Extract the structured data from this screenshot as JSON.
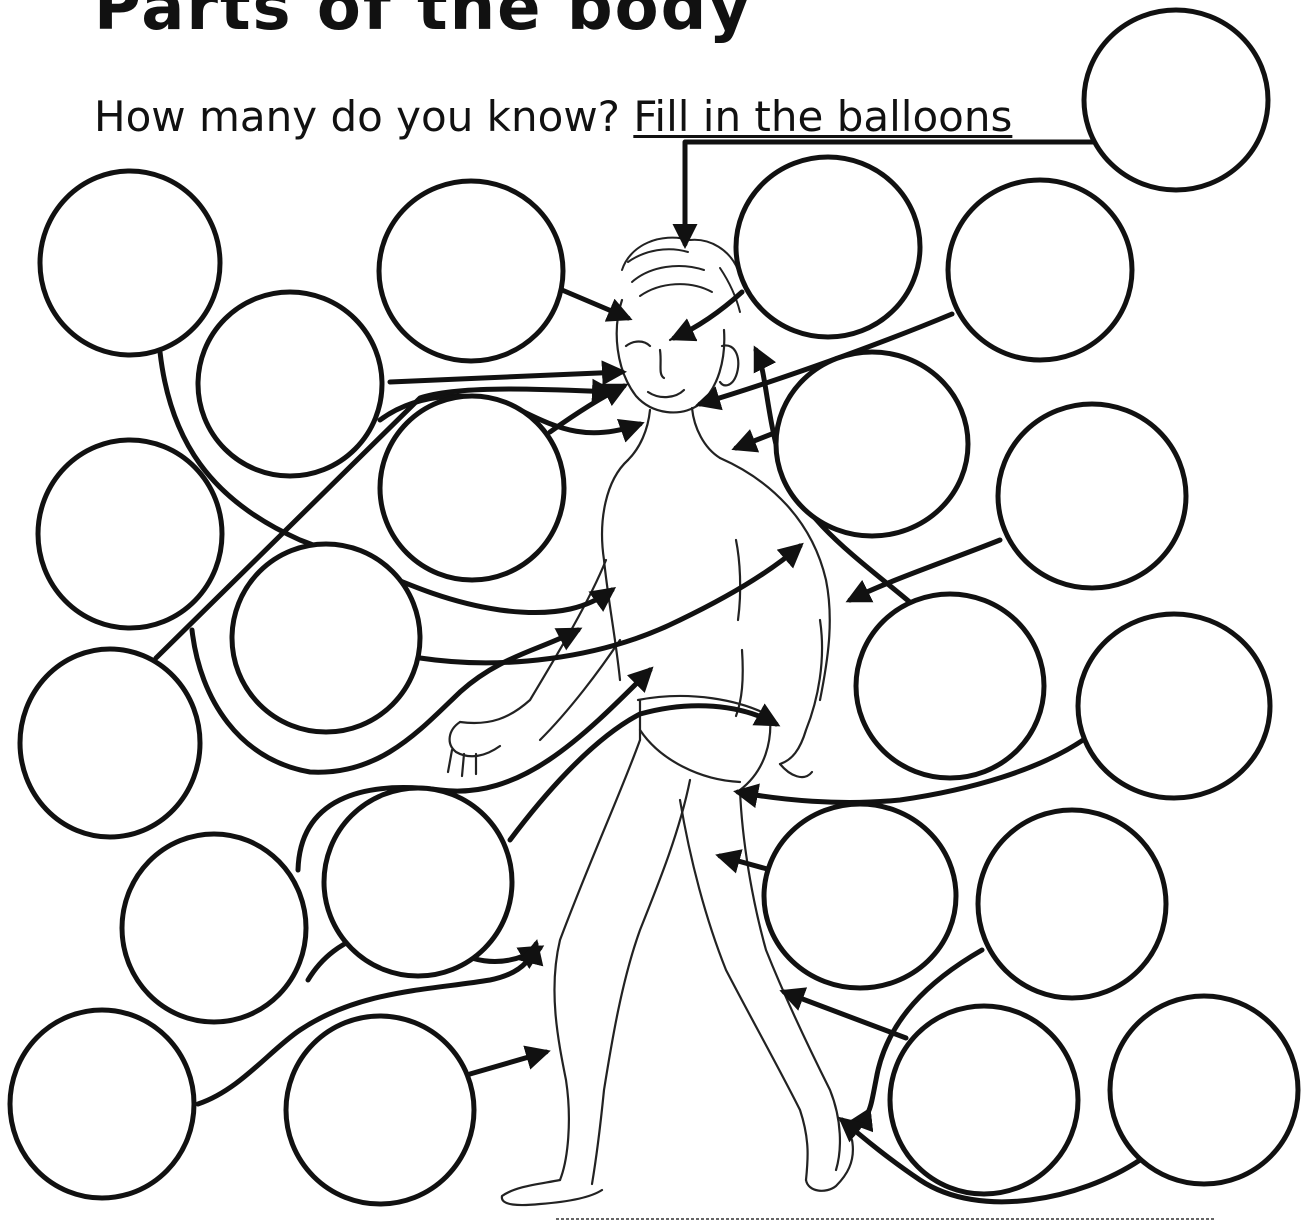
{
  "title": "Parts of the body",
  "instruction": {
    "lead": "How many do you know? ",
    "underlined": "Fill in the balloons"
  },
  "balloons": [
    {
      "answer": ""
    },
    {
      "answer": ""
    },
    {
      "answer": ""
    },
    {
      "answer": ""
    },
    {
      "answer": ""
    },
    {
      "answer": ""
    },
    {
      "answer": ""
    },
    {
      "answer": ""
    },
    {
      "answer": ""
    },
    {
      "answer": ""
    },
    {
      "answer": ""
    },
    {
      "answer": ""
    },
    {
      "answer": ""
    },
    {
      "answer": ""
    },
    {
      "answer": ""
    },
    {
      "answer": ""
    },
    {
      "answer": ""
    },
    {
      "answer": ""
    },
    {
      "answer": ""
    },
    {
      "answer": ""
    },
    {
      "answer": ""
    },
    {
      "answer": ""
    }
  ],
  "colors": {
    "ink": "#111111",
    "paper": "#ffffff"
  },
  "illustration": "boy-figure"
}
